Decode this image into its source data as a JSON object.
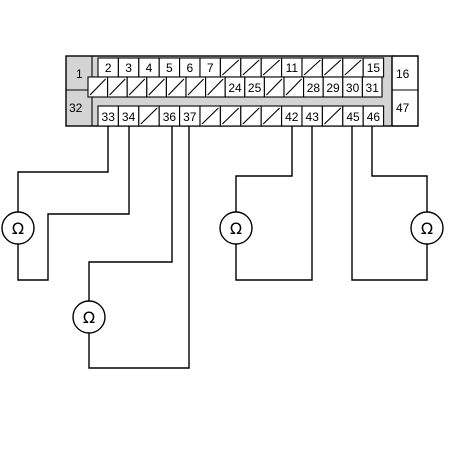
{
  "connector": {
    "left_pins": [
      "1",
      "32"
    ],
    "right_pins": [
      "16",
      "47"
    ],
    "row1": [
      "2",
      "3",
      "4",
      "5",
      "6",
      "7",
      "",
      "",
      "",
      "11",
      "",
      "",
      "",
      "15"
    ],
    "row2": [
      "",
      "",
      "",
      "",
      "",
      "",
      "",
      "24",
      "25",
      "",
      "",
      "28",
      "29",
      "30",
      "31"
    ],
    "row3": [
      "33",
      "34",
      "",
      "36",
      "37",
      "",
      "",
      "",
      "",
      "42",
      "43",
      "",
      "45",
      "46"
    ]
  },
  "meters": [
    {
      "symbol": "Ω",
      "pins": [
        "33",
        "34"
      ]
    },
    {
      "symbol": "Ω",
      "pins": [
        "36",
        "37"
      ]
    },
    {
      "symbol": "Ω",
      "pins": [
        "42",
        "43"
      ]
    },
    {
      "symbol": "Ω",
      "pins": [
        "45",
        "46"
      ]
    }
  ]
}
